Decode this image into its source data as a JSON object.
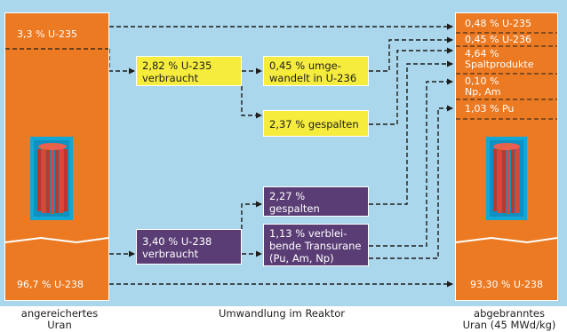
{
  "left_column": {
    "top_label": "3,3 % U-235",
    "bottom_label": "96,7 % U-238",
    "caption_line1": "angereichertes",
    "caption_line2": "Uran"
  },
  "middle": {
    "caption": "Umwandlung im Reaktor",
    "u235_consumed": {
      "line1": "2,82 % U-235",
      "line2": "verbraucht"
    },
    "converted": {
      "line1": "0,45 % umge-",
      "line2": "wandelt in U-236"
    },
    "split_235": {
      "line1": "2,37 % gespalten"
    },
    "split_238": {
      "line1": "2,27 %",
      "line2": "gespalten"
    },
    "u238_consumed": {
      "line1": "3,40 % U-238",
      "line2": "verbraucht"
    },
    "transuranics": {
      "line1": "1,13 % verblei-",
      "line2": "bende Transurane",
      "line3": "(Pu, Am, Np)"
    }
  },
  "right_column": {
    "items": [
      "0,48 % U-235",
      "0,45 % U-236",
      "4,64 %",
      "Spaltprodukte",
      "0,10 %",
      "Np, Am",
      "1,03 % Pu"
    ],
    "bottom_label": "93,30 % U-238",
    "caption_line1": "abgebranntes",
    "caption_line2": "Uran (45 MWd/kg)"
  },
  "colors": {
    "background": "#aad7ec",
    "uranium_column": "#ec7a22",
    "u235_boxes": "#f6ec3e",
    "u238_boxes": "#5a3d75",
    "fuel_assembly": "#13a7d5",
    "rods": "#c2362a"
  }
}
